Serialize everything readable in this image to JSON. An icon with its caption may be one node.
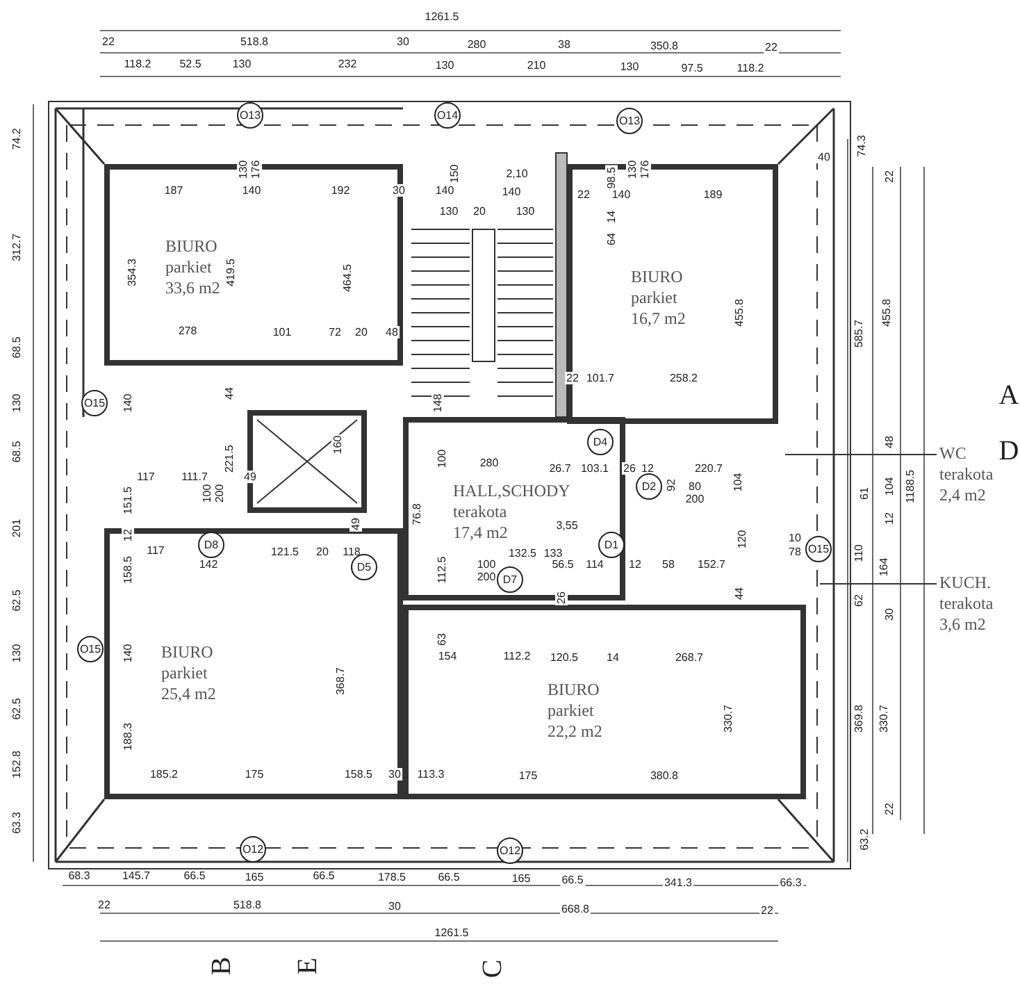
{
  "diagram": {
    "nodes": [
      {
        "text": [
          "BIURO",
          "parkiet",
          "33,6 m2"
        ]
      },
      {
        "text": [
          "BIURO",
          "parkiet",
          "16,7 m2"
        ]
      },
      {
        "text": [
          "HALL,SCHODY",
          "terakota",
          "17,4 m2"
        ]
      },
      {
        "text": [
          "WC",
          "terakota",
          "2,4 m2"
        ]
      },
      {
        "text": [
          "KUCH.",
          "terakota",
          "3,6 m2"
        ]
      },
      {
        "text": [
          "BIURO",
          "parkiet",
          "25,4 m2"
        ]
      },
      {
        "text": [
          "BIURO",
          "parkiet",
          "22,2 m2"
        ]
      }
    ],
    "edges": [
      {
        "from": 3,
        "to": null,
        "arrow": "none"
      },
      {
        "from": 4,
        "to": null,
        "arrow": "none"
      }
    ],
    "labels": [
      "1261.5",
      "22",
      "518.8",
      "30",
      "280",
      "38",
      "350.8",
      "22",
      "118.2",
      "52.5",
      "130",
      "232",
      "130",
      "210",
      "130",
      "97.5",
      "118.2",
      "74.2",
      "130",
      "176",
      "150",
      "2,10",
      "98.5",
      "130",
      "176",
      "187",
      "140",
      "192",
      "30",
      "140",
      "140",
      "22",
      "140",
      "189",
      "130",
      "20",
      "130",
      "14",
      "64",
      "40",
      "74.3",
      "22",
      "312.7",
      "354.3",
      "419.5",
      "464.5",
      "455.8",
      "585.7",
      "455.8",
      "278",
      "101",
      "72",
      "20",
      "48",
      "68.5",
      "22",
      "101.7",
      "258.2",
      "130",
      "140",
      "44",
      "148",
      "221.5",
      "160",
      "100",
      "280",
      "68.5",
      "26.7",
      "103.1",
      "26",
      "12",
      "220.7",
      "117",
      "111.7",
      "100",
      "200",
      "49",
      "92",
      "80",
      "200",
      "104",
      "48",
      "104",
      "61",
      "1188.5",
      "151.5",
      "76.8",
      "49",
      "3,55",
      "201",
      "12",
      "12",
      "117",
      "121.5",
      "20",
      "118",
      "132.5",
      "133",
      "56.5",
      "114",
      "12",
      "58",
      "152.7",
      "120",
      "10",
      "78",
      "110",
      "164",
      "142",
      "158.5",
      "112.5",
      "100",
      "200",
      "26",
      "44",
      "62.5",
      "62",
      "30",
      "63",
      "130",
      "140",
      "154",
      "112.2",
      "120.5",
      "14",
      "268.7",
      "368.7",
      "62.5",
      "330.7",
      "369.8",
      "330.7",
      "188.3",
      "152.8",
      "185.2",
      "175",
      "158.5",
      "30",
      "113.3",
      "175",
      "380.8",
      "22",
      "63.3",
      "63.2",
      "68.3",
      "145.7",
      "66.5",
      "165",
      "66.5",
      "178.5",
      "66.5",
      "165",
      "66.5",
      "341.3",
      "66.3",
      "22",
      "518.8",
      "30",
      "668.8",
      "22",
      "1261.5",
      "B",
      "E",
      "C",
      "A",
      "D",
      "O13",
      "O14",
      "O13",
      "O15",
      "D4",
      "D2",
      "D8",
      "D5",
      "D7",
      "D1",
      "O15",
      "O15",
      "O12",
      "O12"
    ]
  }
}
